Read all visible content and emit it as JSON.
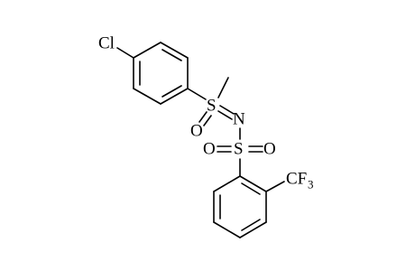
{
  "atoms": {
    "chlorine": "Cl",
    "sulfur_sulfoximine": "S",
    "oxygen_sulfoximine": "O",
    "nitrogen": "N",
    "sulfur_sulfonyl": "S",
    "oxygen_sulfonyl_left": "O",
    "oxygen_sulfonyl_right": "O",
    "cf3_main": "CF",
    "cf3_subscript": "3"
  },
  "colors": {
    "bond": "#000000",
    "label": "#000000",
    "background": "#ffffff"
  }
}
